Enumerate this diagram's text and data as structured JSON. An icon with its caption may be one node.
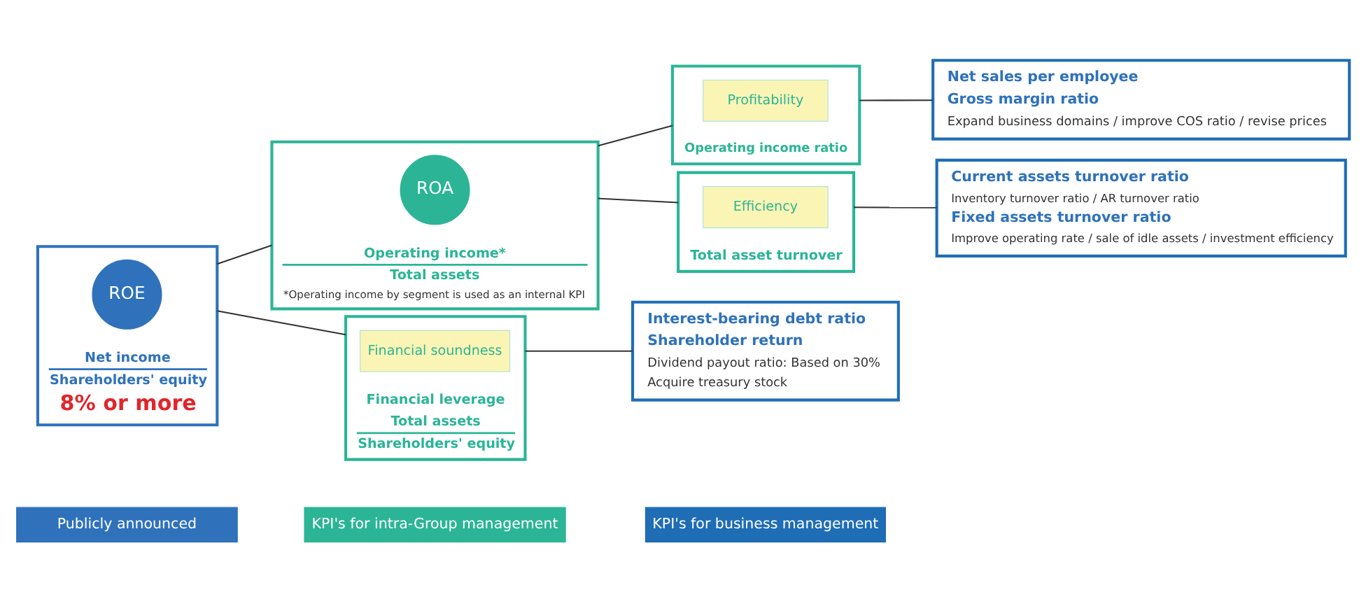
{
  "diagram": {
    "nodes": [
      {
        "text": [
          "Publicly announced"
        ]
      },
      {
        "text": [
          "KPI's for intra-Group management"
        ]
      },
      {
        "text": [
          "KPI's for business management"
        ]
      },
      {
        "text": [
          "Net income",
          "Shareholders' equity",
          "8% or more"
        ]
      },
      {
        "text": [
          "ROE"
        ],
        "in": 3
      },
      {
        "text": [
          "Operating income*",
          "Total assets",
          "*Operating income by segment is used as an internal KPI"
        ]
      },
      {
        "text": [
          "ROA"
        ],
        "in": 5
      },
      {
        "text": [
          "Operating income ratio"
        ]
      },
      {
        "text": [
          "Profitability"
        ],
        "in": 7
      },
      {
        "text": [
          "Total asset turnover"
        ]
      },
      {
        "text": [
          "Efficiency"
        ],
        "in": 9
      },
      {
        "text": [
          "Financial leverage",
          "Total assets",
          "Shareholders' equity"
        ]
      },
      {
        "text": [
          "Financial soundness"
        ],
        "in": 11
      },
      {
        "text": [
          "Net sales per employee",
          "Gross margin ratio",
          "Expand business domains / improve COS ratio / revise prices"
        ]
      },
      {
        "text": [
          "Current assets turnover ratio",
          "Inventory turnover ratio / AR turnover ratio",
          "Fixed assets turnover ratio",
          "Improve operating rate / sale of idle assets / investment efficiency"
        ]
      },
      {
        "text": [
          "Interest-bearing debt ratio",
          "Shareholder return",
          "Dividend payout ratio: Based on 30%",
          "Acquire treasury stock"
        ]
      }
    ],
    "edges": [
      {
        "from": 3,
        "to": 5,
        "arrow": "none"
      },
      {
        "from": 3,
        "to": 11,
        "arrow": "none"
      },
      {
        "from": 5,
        "to": 7,
        "arrow": "none"
      },
      {
        "from": 5,
        "to": 9,
        "arrow": "none"
      },
      {
        "from": 7,
        "to": 13,
        "arrow": "none"
      },
      {
        "from": 9,
        "to": 14,
        "arrow": "none"
      },
      {
        "from": 11,
        "to": 15,
        "arrow": "none"
      }
    ]
  }
}
